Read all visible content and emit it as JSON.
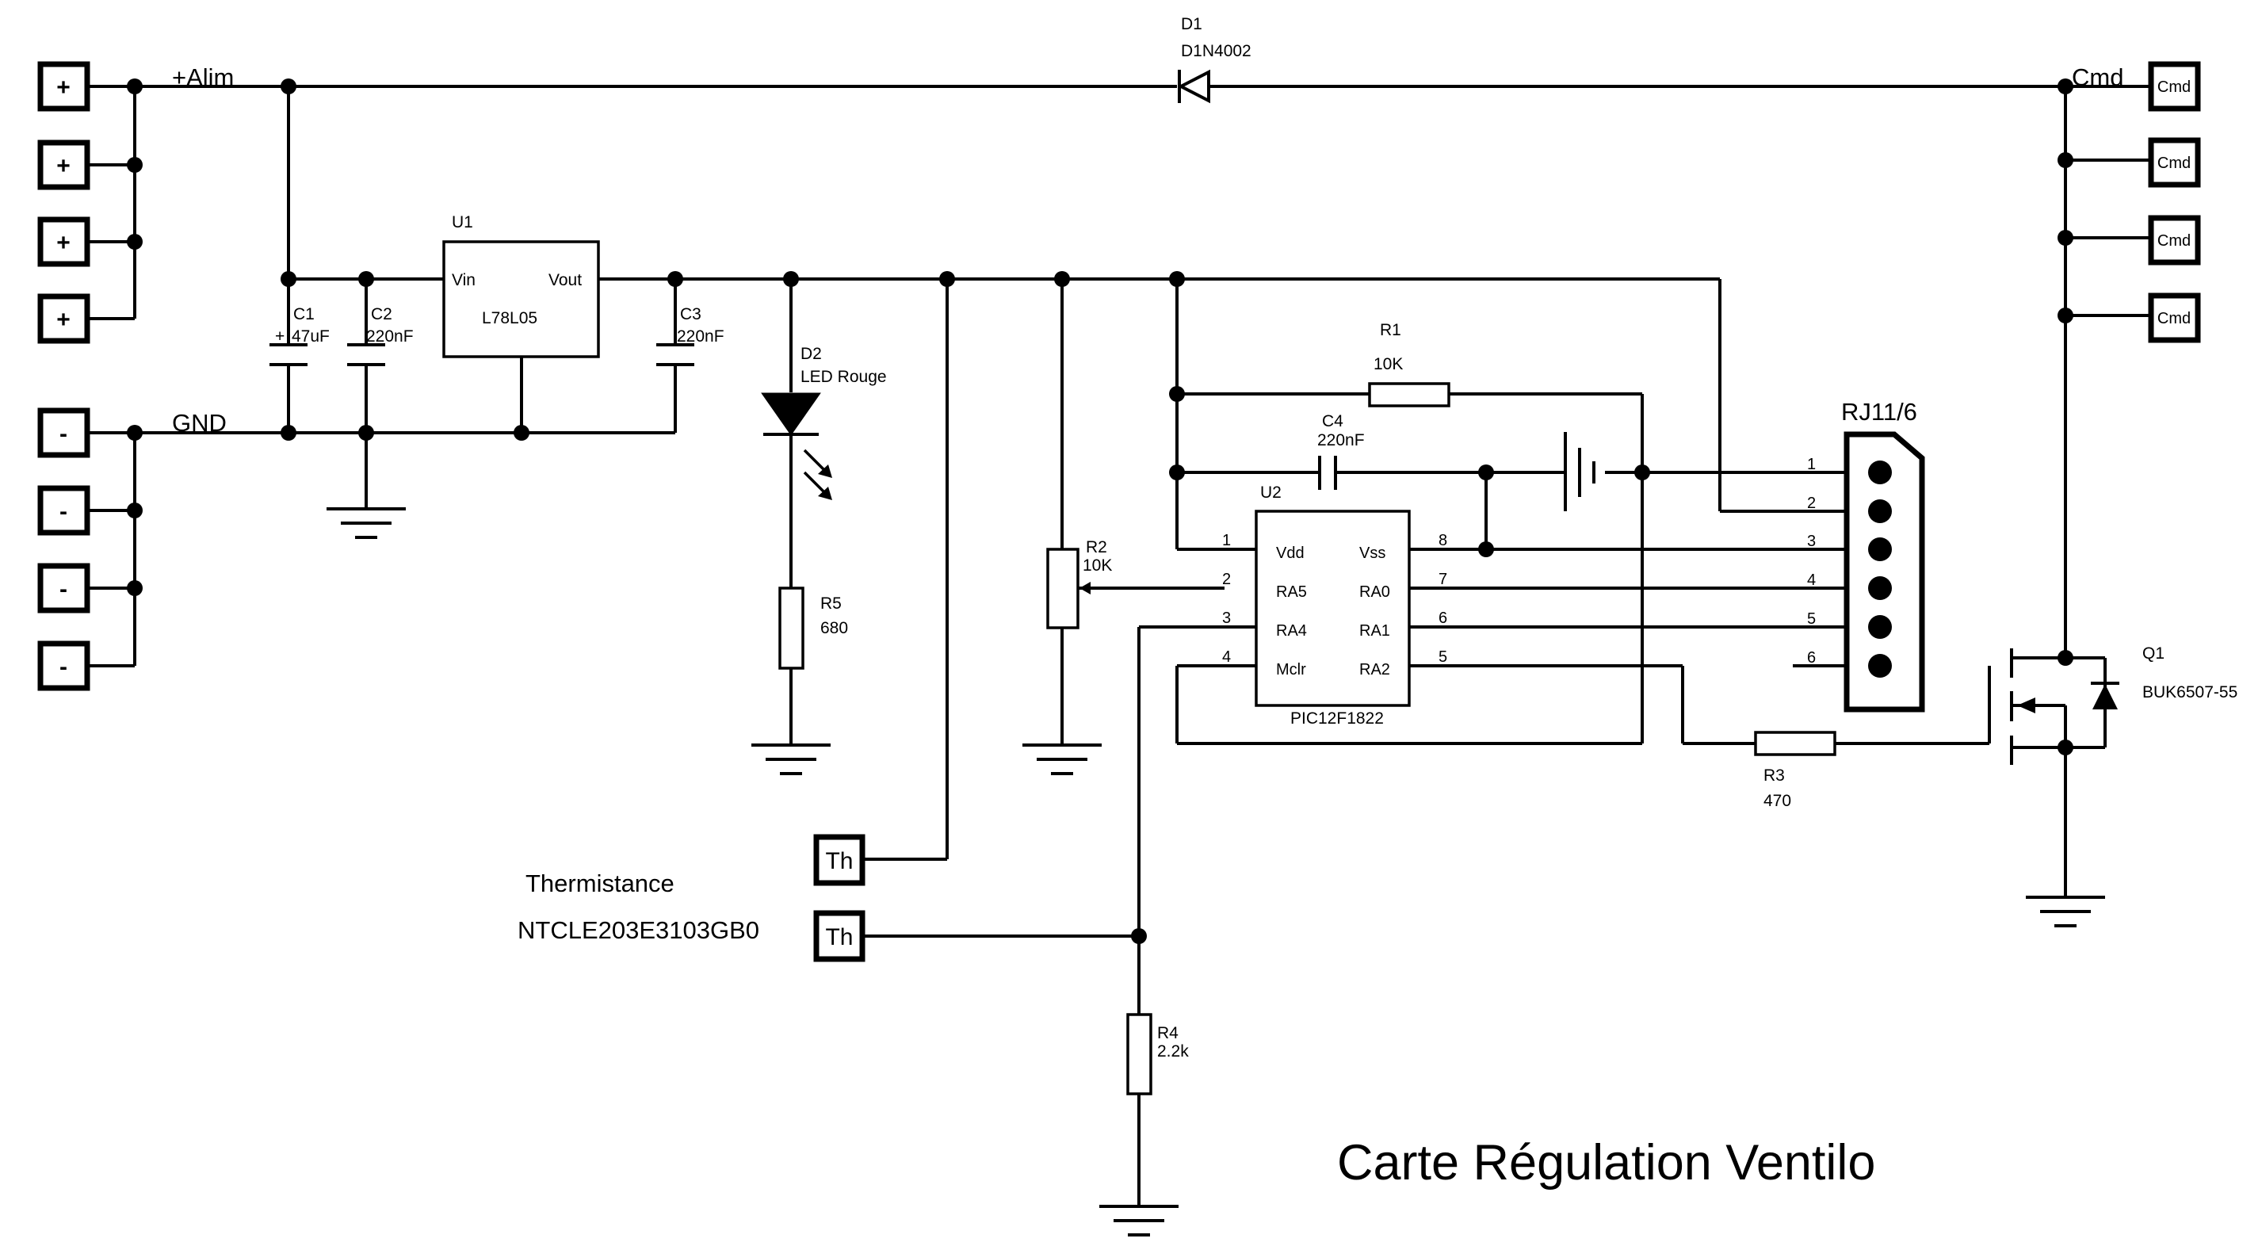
{
  "title": "Carte Régulation Ventilo",
  "nets": {
    "alim": "+Alim",
    "gnd": "GND",
    "cmd": "Cmd"
  },
  "terminals": {
    "plus": [
      "+",
      "+",
      "+",
      "+"
    ],
    "minus": [
      "-",
      "-",
      "-",
      "-"
    ],
    "cmd": [
      "Cmd",
      "Cmd",
      "Cmd",
      "Cmd"
    ],
    "th": [
      "Th",
      "Th"
    ]
  },
  "thermistance": {
    "label": "Thermistance",
    "part": "NTCLE203E3103GB0"
  },
  "components": {
    "D1": {
      "ref": "D1",
      "value": "D1N4002"
    },
    "U1": {
      "ref": "U1",
      "value": "L78L05",
      "pin_in": "Vin",
      "pin_out": "Vout"
    },
    "C1": {
      "ref": "C1",
      "value": "47uF",
      "polarity": "+"
    },
    "C2": {
      "ref": "C2",
      "value": "220nF"
    },
    "C3": {
      "ref": "C3",
      "value": "220nF"
    },
    "C4": {
      "ref": "C4",
      "value": "220nF"
    },
    "D2": {
      "ref": "D2",
      "value": "LED Rouge"
    },
    "R1": {
      "ref": "R1",
      "value": "10K"
    },
    "R2": {
      "ref": "R2",
      "value": "10K"
    },
    "R3": {
      "ref": "R3",
      "value": "470"
    },
    "R4": {
      "ref": "R4",
      "value": "2.2k"
    },
    "R5": {
      "ref": "R5",
      "value": "680"
    },
    "U2": {
      "ref": "U2",
      "value": "PIC12F1822",
      "left_pins": [
        {
          "num": "1",
          "name": "Vdd"
        },
        {
          "num": "2",
          "name": "RA5"
        },
        {
          "num": "3",
          "name": "RA4"
        },
        {
          "num": "4",
          "name": "Mclr"
        }
      ],
      "right_pins": [
        {
          "num": "8",
          "name": "Vss"
        },
        {
          "num": "7",
          "name": "RA0"
        },
        {
          "num": "6",
          "name": "RA1"
        },
        {
          "num": "5",
          "name": "RA2"
        }
      ]
    },
    "Q1": {
      "ref": "Q1",
      "value": "BUK6507-55"
    },
    "RJ11": {
      "ref": "RJ11/6",
      "pins": [
        "1",
        "2",
        "3",
        "4",
        "5",
        "6"
      ]
    }
  }
}
